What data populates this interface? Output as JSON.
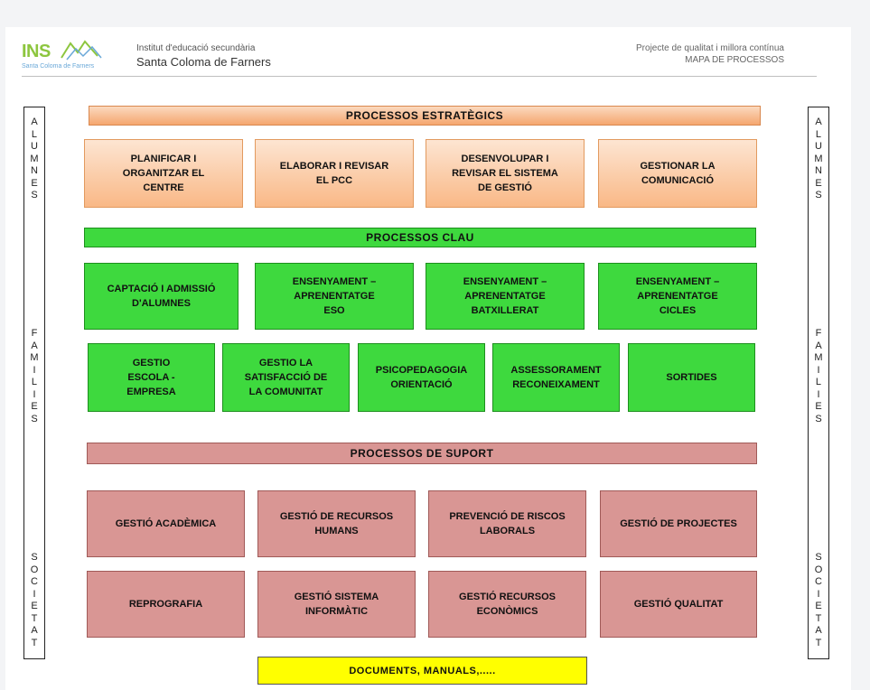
{
  "header": {
    "logo_text": "INS",
    "logo_subtext": "Santa Coloma de Farners",
    "institution_line1": "Institut d'educació secundària",
    "institution_line2": "Santa Coloma de Farners",
    "project_line1": "Projecte de qualitat i millora contínua",
    "project_line2": "MAPA DE PROCESSOS"
  },
  "sidebar": {
    "left": [
      "ALUMNES",
      "FAMILIES",
      "SOCIETAT"
    ],
    "right": [
      "ALUMNES",
      "FAMILIES",
      "SOCIETAT"
    ]
  },
  "strategic": {
    "title": "PROCESSOS ESTRATÈGICS",
    "items": [
      "PLANIFICAR I\nORGANITZAR EL\nCENTRE",
      "ELABORAR I REVISAR\nEL PCC",
      "DESENVOLUPAR I\nREVISAR EL SISTEMA\nDE GESTIÓ",
      "GESTIONAR LA\nCOMUNICACIÓ"
    ]
  },
  "key": {
    "title": "PROCESSOS CLAU",
    "row1": [
      "CAPTACIÓ I ADMISSIÓ\nD'ALUMNES",
      "ENSENYAMENT –\nAPRENENTATGE\nESO",
      "ENSENYAMENT –\nAPRENENTATGE\nBATXILLERAT",
      "ENSENYAMENT –\nAPRENENTATGE\nCICLES"
    ],
    "row2": [
      "GESTIO\nESCOLA -\nEMPRESA",
      "GESTIO LA\nSATISFACCIÓ DE\nLA COMUNITAT",
      "PSICOPEDAGOGIA\nORIENTACIÓ",
      "ASSESSORAMENT\nRECONEIXAMENT",
      "SORTIDES"
    ]
  },
  "support": {
    "title": "PROCESSOS DE SUPORT",
    "row1": [
      "GESTIÓ ACADÈMICA",
      "GESTIÓ DE RECURSOS\nHUMANS",
      "PREVENCIÓ DE RISCOS\nLABORALS",
      "GESTIÓ DE PROJECTES"
    ],
    "row2": [
      "REPROGRAFIA",
      "GESTIÓ SISTEMA\nINFORMÀTIC",
      "GESTIÓ RECURSOS\nECONÒMICS",
      "GESTIÓ QUALITAT"
    ]
  },
  "footer": {
    "documents": "DOCUMENTS, MANUALS,....."
  }
}
